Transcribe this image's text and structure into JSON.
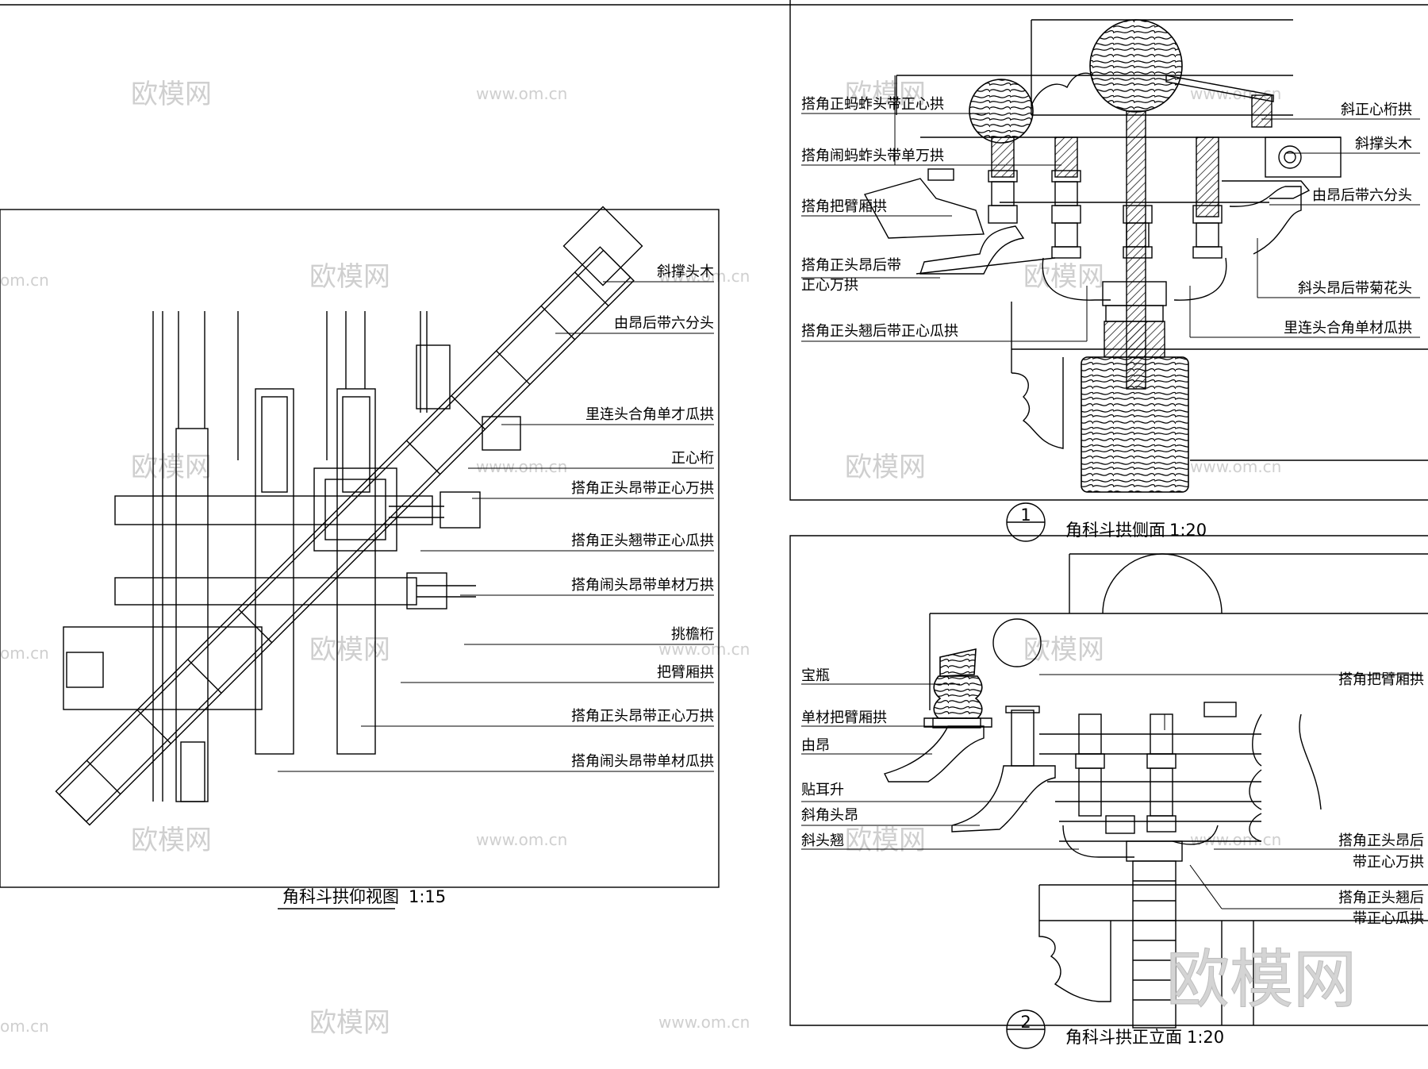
{
  "plan": {
    "labels": [
      "斜撑头木",
      "由昂后带六分头",
      "里连头合角单才瓜拱",
      "正心桁",
      "搭角正头昂带正心万拱",
      "搭角正头翘带正心瓜拱",
      "搭角闹头昂带单材万拱",
      "挑檐桁",
      "把臂厢拱",
      "搭角正头昂带正心万拱",
      "搭角闹头昂带单材瓜拱"
    ],
    "title": "角科斗拱仰视图",
    "scale": "1:15"
  },
  "side": {
    "left_labels": [
      "搭角正蚂蚱头带正心拱",
      "搭角闹蚂蚱头带单万拱",
      "搭角把臂厢拱",
      "搭角正头昂后带",
      "正心万拱",
      "搭角正头翘后带正心瓜拱"
    ],
    "right_labels": [
      "斜正心桁拱",
      "斜撑头木",
      "由昂后带六分头",
      "斜头昂后带菊花头",
      "里连头合角单材瓜拱"
    ],
    "number": "1",
    "title": "角科斗拱侧面",
    "scale": "1:20"
  },
  "front": {
    "left_labels": [
      "宝瓶",
      "单材把臂厢拱",
      "由昂",
      "贴耳升",
      "斜角头昂",
      "斜头翘"
    ],
    "right_labels": [
      "搭角把臂厢拱",
      "搭角正头昂后",
      "带正心万拱",
      "搭角正头翘后",
      "带正心瓜拱"
    ],
    "number": "2",
    "title": "角科斗拱正立面",
    "scale": "1:20"
  },
  "watermarks": {
    "brand": "欧模网",
    "url": "www.om.cn",
    "url_short": "om.cn"
  }
}
